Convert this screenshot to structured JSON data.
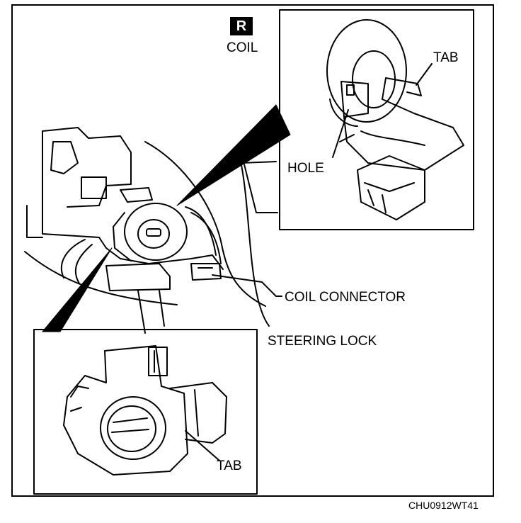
{
  "badge": "R",
  "labels": {
    "coil": "COIL",
    "tab_top": "TAB",
    "hole": "HOLE",
    "coil_connector": "COIL CONNECTOR",
    "steering_lock": "STEERING LOCK",
    "tab_bottom": "TAB"
  },
  "figure_code": "CHU0912WT41",
  "colors": {
    "ink": "#000000",
    "paper": "#ffffff"
  }
}
